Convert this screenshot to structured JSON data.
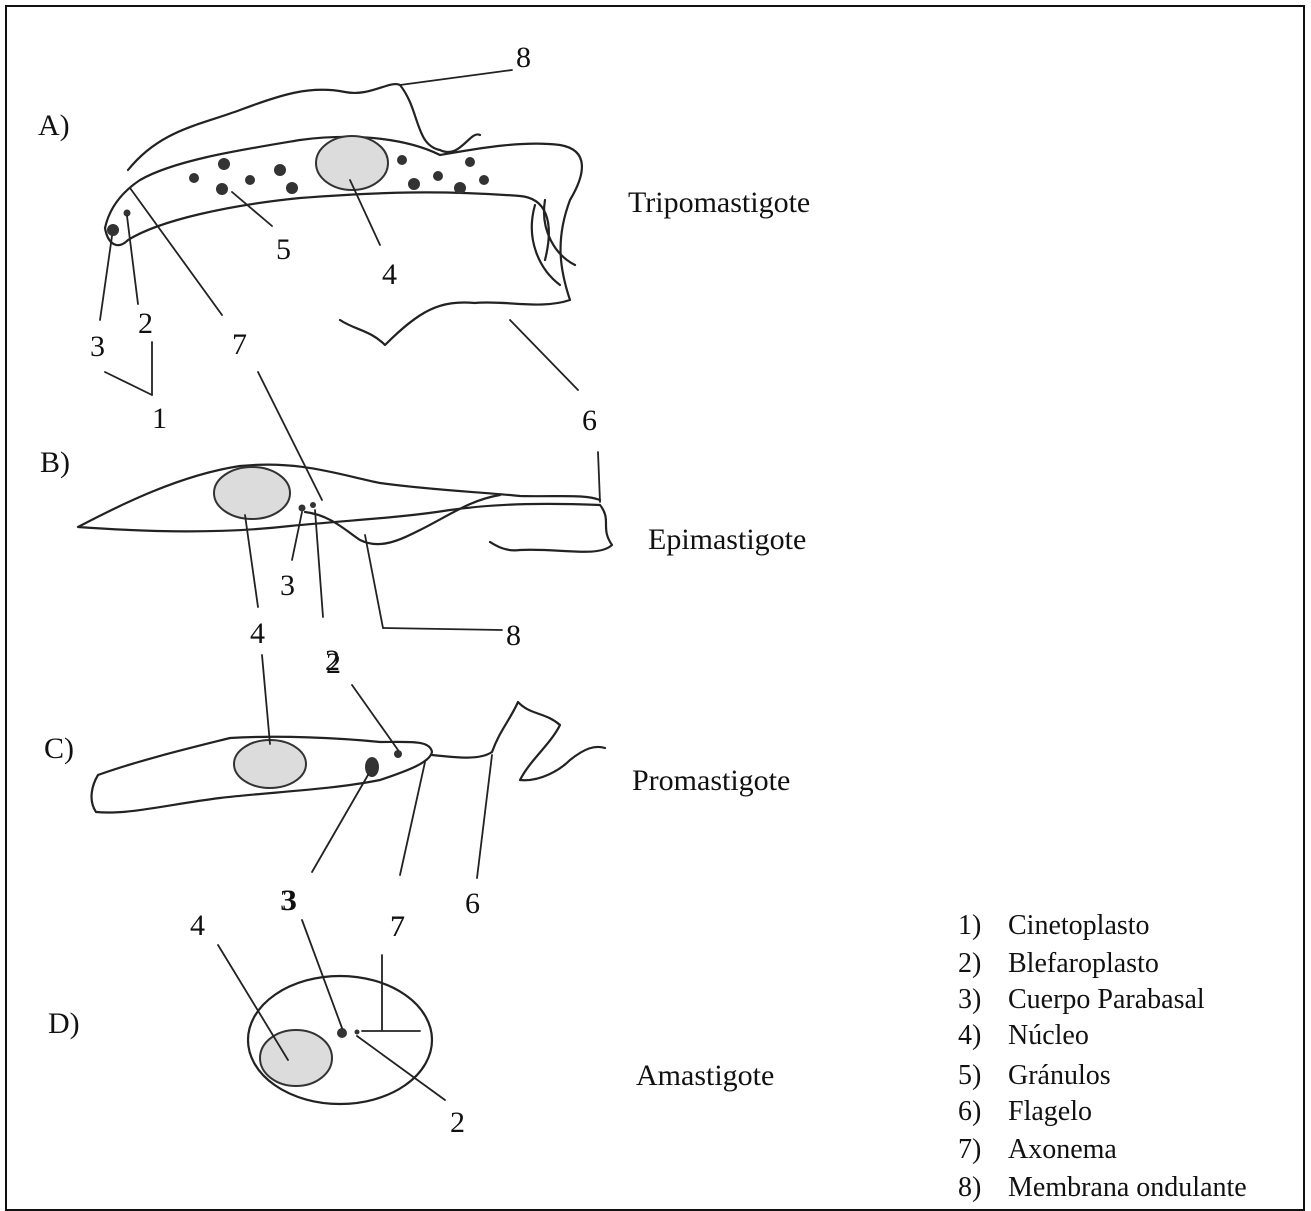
{
  "panels": {
    "A": {
      "letter": "A)",
      "stage": "Tripomastigote",
      "numbers": [
        "8",
        "5",
        "4",
        "3",
        "2",
        "1",
        "7",
        "6"
      ]
    },
    "B": {
      "letter": "B)",
      "stage": "Epimastigote",
      "numbers": [
        "4",
        "3",
        "2",
        "8"
      ]
    },
    "C": {
      "letter": "C)",
      "stage": "Promastigote",
      "numbers": [
        "2",
        "3",
        "7",
        "6"
      ]
    },
    "D": {
      "letter": "D)",
      "stage": "Amastigote",
      "numbers": [
        "4",
        "3",
        "7",
        "2"
      ]
    }
  },
  "legend": [
    {
      "num": "1)",
      "label": "Cinetoplasto"
    },
    {
      "num": "2)",
      "label": "Blefaroplasto"
    },
    {
      "num": "3)",
      "label": "Cuerpo Parabasal"
    },
    {
      "num": "4)",
      "label": "Núcleo"
    },
    {
      "num": "5)",
      "label": "Gránulos"
    },
    {
      "num": "6)",
      "label": "Flagelo"
    },
    {
      "num": "7)",
      "label": "Axonema"
    },
    {
      "num": "8)",
      "label": "Membrana ondulante"
    }
  ]
}
